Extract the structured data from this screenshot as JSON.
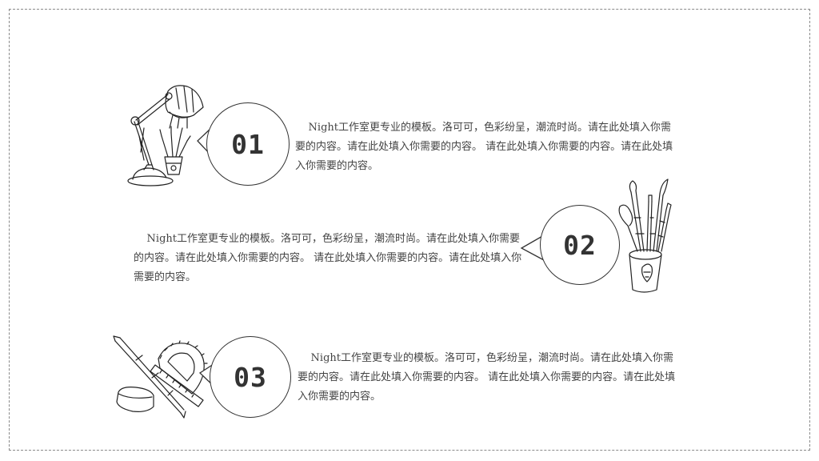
{
  "items": [
    {
      "number": "01",
      "text": "Night工作室更专业的模板。洛可可，色彩纷呈，潮流时尚。请在此处填入你需要的内容。请在此处填入你需要的内容。  请在此处填入你需要的内容。请在此处填入你需要的内容。",
      "illustration": "desk-lamp-icon"
    },
    {
      "number": "02",
      "text": "Night工作室更专业的模板。洛可可，色彩纷呈，潮流时尚。请在此处填入你需要的内容。请在此处填入你需要的内容。  请在此处填入你需要的内容。请在此处填入你需要的内容。",
      "illustration": "brush-cup-icon"
    },
    {
      "number": "03",
      "text": "Night工作室更专业的模板。洛可可，色彩纷呈，潮流时尚。请在此处填入你需要的内容。请在此处填入你需要的内容。  请在此处填入你需要的内容。请在此处填入你需要的内容。",
      "illustration": "stationery-icon"
    }
  ],
  "colors": {
    "line": "#333333",
    "text": "#444444",
    "frame": "#8a8a8a"
  }
}
